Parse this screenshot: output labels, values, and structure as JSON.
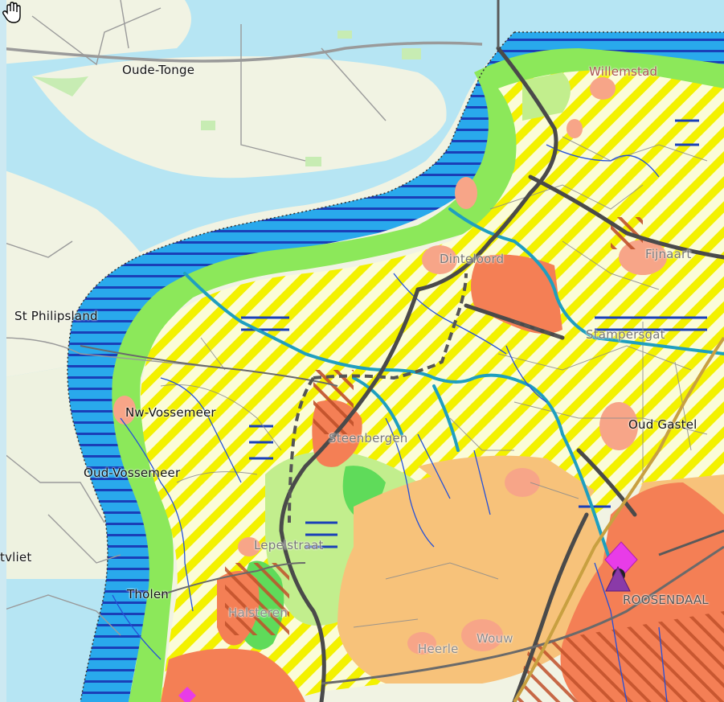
{
  "map": {
    "labels": {
      "oude_tonge": "Oude-Tonge",
      "willemstad": "Willemstad",
      "st_philipsland": "St Philipsland",
      "dinteloord": "Dinteloord",
      "fijnaart": "Fijnaart",
      "stampersgat": "Stampersgat",
      "nw_vossemeer": "Nw-Vossemeer",
      "steenbergen": "Steenbergen",
      "oud_gastel": "Oud Gastel",
      "oud_vossemeer": "Oud-Vossemeer",
      "lepelstraat": "Lepelstraat",
      "tvliet": "tvliet",
      "tholen": "Tholen",
      "halsteren": "Halsteren",
      "heerle": "Heerle",
      "wouw": "Wouw",
      "roosendaal": "ROOSENDAAL"
    },
    "icons": {
      "pan": "hand-pan-icon",
      "poi_main": "magenta-diamond-icon",
      "poi_secondary": "purple-triangle-icon"
    },
    "colors": {
      "water": "#2aa8e8",
      "water_stripe": "#1a3fb8",
      "land": "#f3f5e6",
      "green": "#8ce85a",
      "yellow_stripe": "#f3f100",
      "urban": "#f47f55",
      "orange_area": "#f7c27a",
      "road_dark": "#4a4a4a"
    }
  }
}
